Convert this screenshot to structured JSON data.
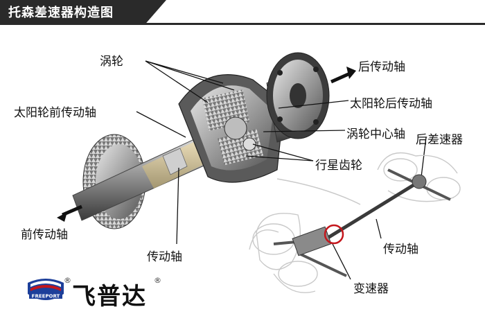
{
  "title": "托森差速器构造图",
  "labels": {
    "worm_gear": "涡轮",
    "rear_shaft": "后传动轴",
    "sun_front": "太阳轮前传动轴",
    "sun_rear": "太阳轮后传动轴",
    "worm_center": "涡轮中心轴",
    "planet_gear": "行星齿轮",
    "rear_diff": "后差速器",
    "front_shaft": "前传动轴",
    "drive_shaft_main": "传动轴",
    "drive_shaft_car": "传动轴",
    "transmission": "变速器"
  },
  "brand": {
    "name": "飞普达",
    "logo_text": "FREEPORT",
    "reg_mark": "®"
  },
  "colors": {
    "title_bg": "#2a2a2a",
    "logo_blue": "#1d3f9a",
    "logo_red": "#c4161c",
    "highlight_circle": "#c4161c"
  }
}
